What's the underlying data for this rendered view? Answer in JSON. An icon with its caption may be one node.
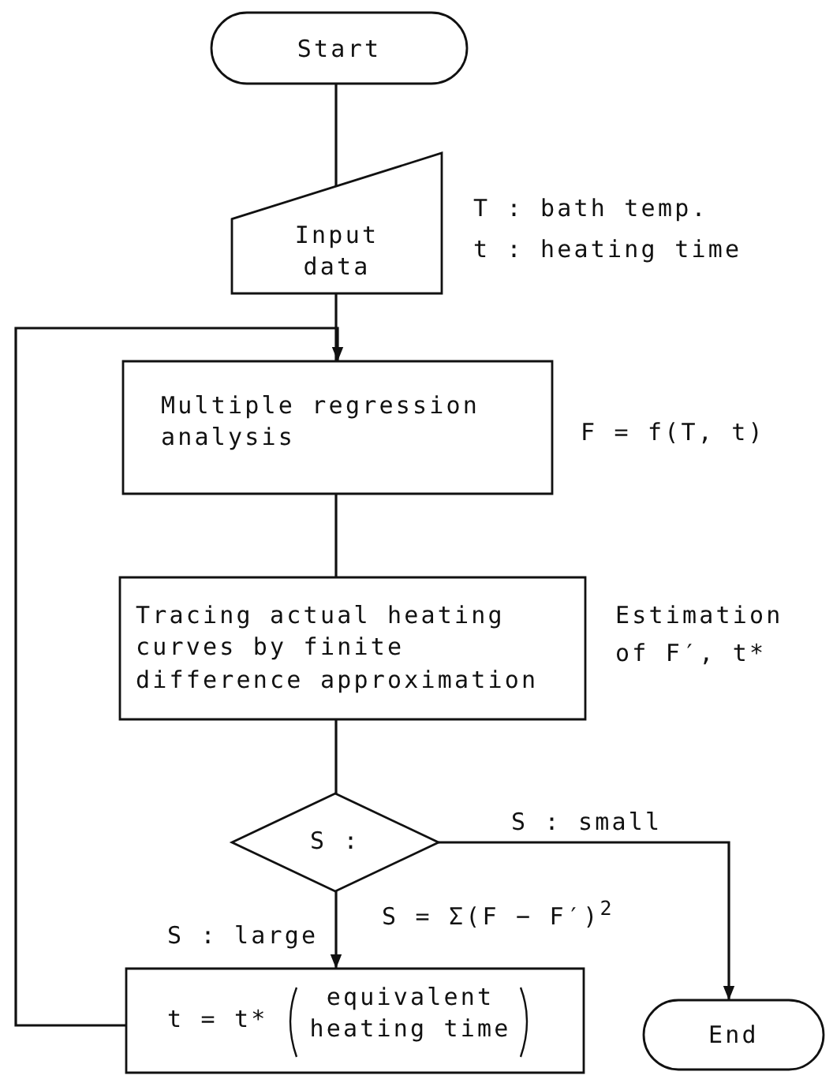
{
  "diagram": {
    "nodes": [
      {
        "text": [
          "Start"
        ]
      },
      {
        "text": [
          "Input data"
        ],
        "beside": [
          "T : bath temp.",
          "t : heating time"
        ]
      },
      {
        "text": [
          "Multiple regression analysis"
        ],
        "beside": [
          "F = f(T, t)"
        ]
      },
      {
        "text": [
          "Tracing actual heating curves by finite difference approximation"
        ],
        "beside": [
          "Estimation of F′, t*"
        ]
      },
      {
        "text": [
          "S :"
        ],
        "beside": [
          "S = Σ(F − F′)$^{2}$"
        ]
      },
      {
        "text": [
          "t = t*",
          "equivalent heating time"
        ]
      },
      {
        "text": [
          "End"
        ]
      }
    ],
    "edges": [
      {
        "from": 0,
        "to": 1,
        "arrow": "none"
      },
      {
        "from": 1,
        "to": 2,
        "arrow": "none"
      },
      {
        "from": 2,
        "to": 3,
        "arrow": "none"
      },
      {
        "from": 3,
        "to": 4,
        "arrow": "none"
      },
      {
        "from": 4,
        "to": 6,
        "arrow": "to",
        "label": "S : small"
      },
      {
        "from": 4,
        "to": 5,
        "arrow": "to",
        "label": "S : large"
      },
      {
        "from": 5,
        "to": 2,
        "arrow": "to"
      }
    ]
  }
}
